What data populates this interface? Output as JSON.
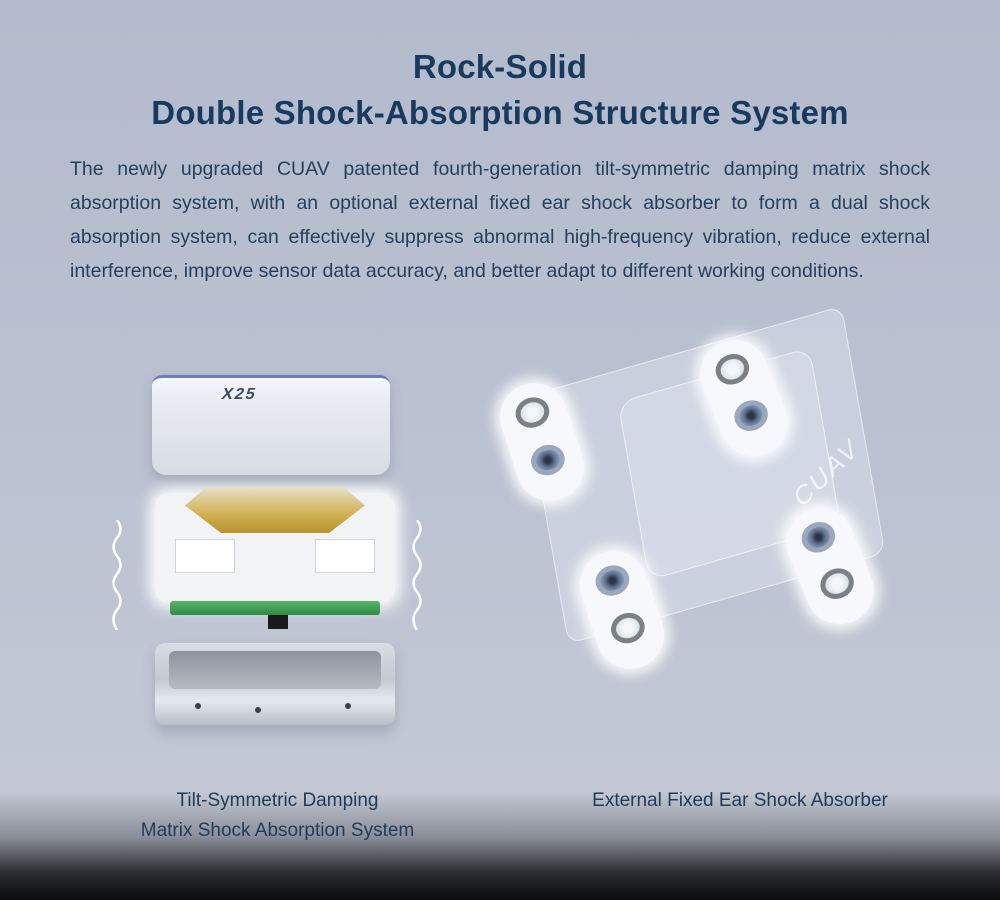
{
  "header": {
    "title_line1": "Rock-Solid",
    "title_line2": "Double Shock-Absorption Structure System"
  },
  "description": "The newly upgraded CUAV patented fourth-generation tilt-symmetric damping matrix shock absorption system, with an optional external fixed ear shock absorber to form a dual shock absorption system, can effectively suppress abnormal high-frequency vibration, reduce external interference, improve sensor data accuracy, and better adapt to different working conditions.",
  "figures": {
    "left": {
      "caption_line1": "Tilt-Symmetric Damping",
      "caption_line2": "Matrix Shock Absorption System",
      "module_logo": "X25"
    },
    "right": {
      "caption": "External Fixed Ear Shock Absorber",
      "board_brand": "CUAV"
    }
  },
  "colors": {
    "title": "#173a5e",
    "body_text": "#25405f",
    "background": "#b7bdcd",
    "pcb_green": "#3a9a50",
    "gold_plate": "#c9a445"
  }
}
